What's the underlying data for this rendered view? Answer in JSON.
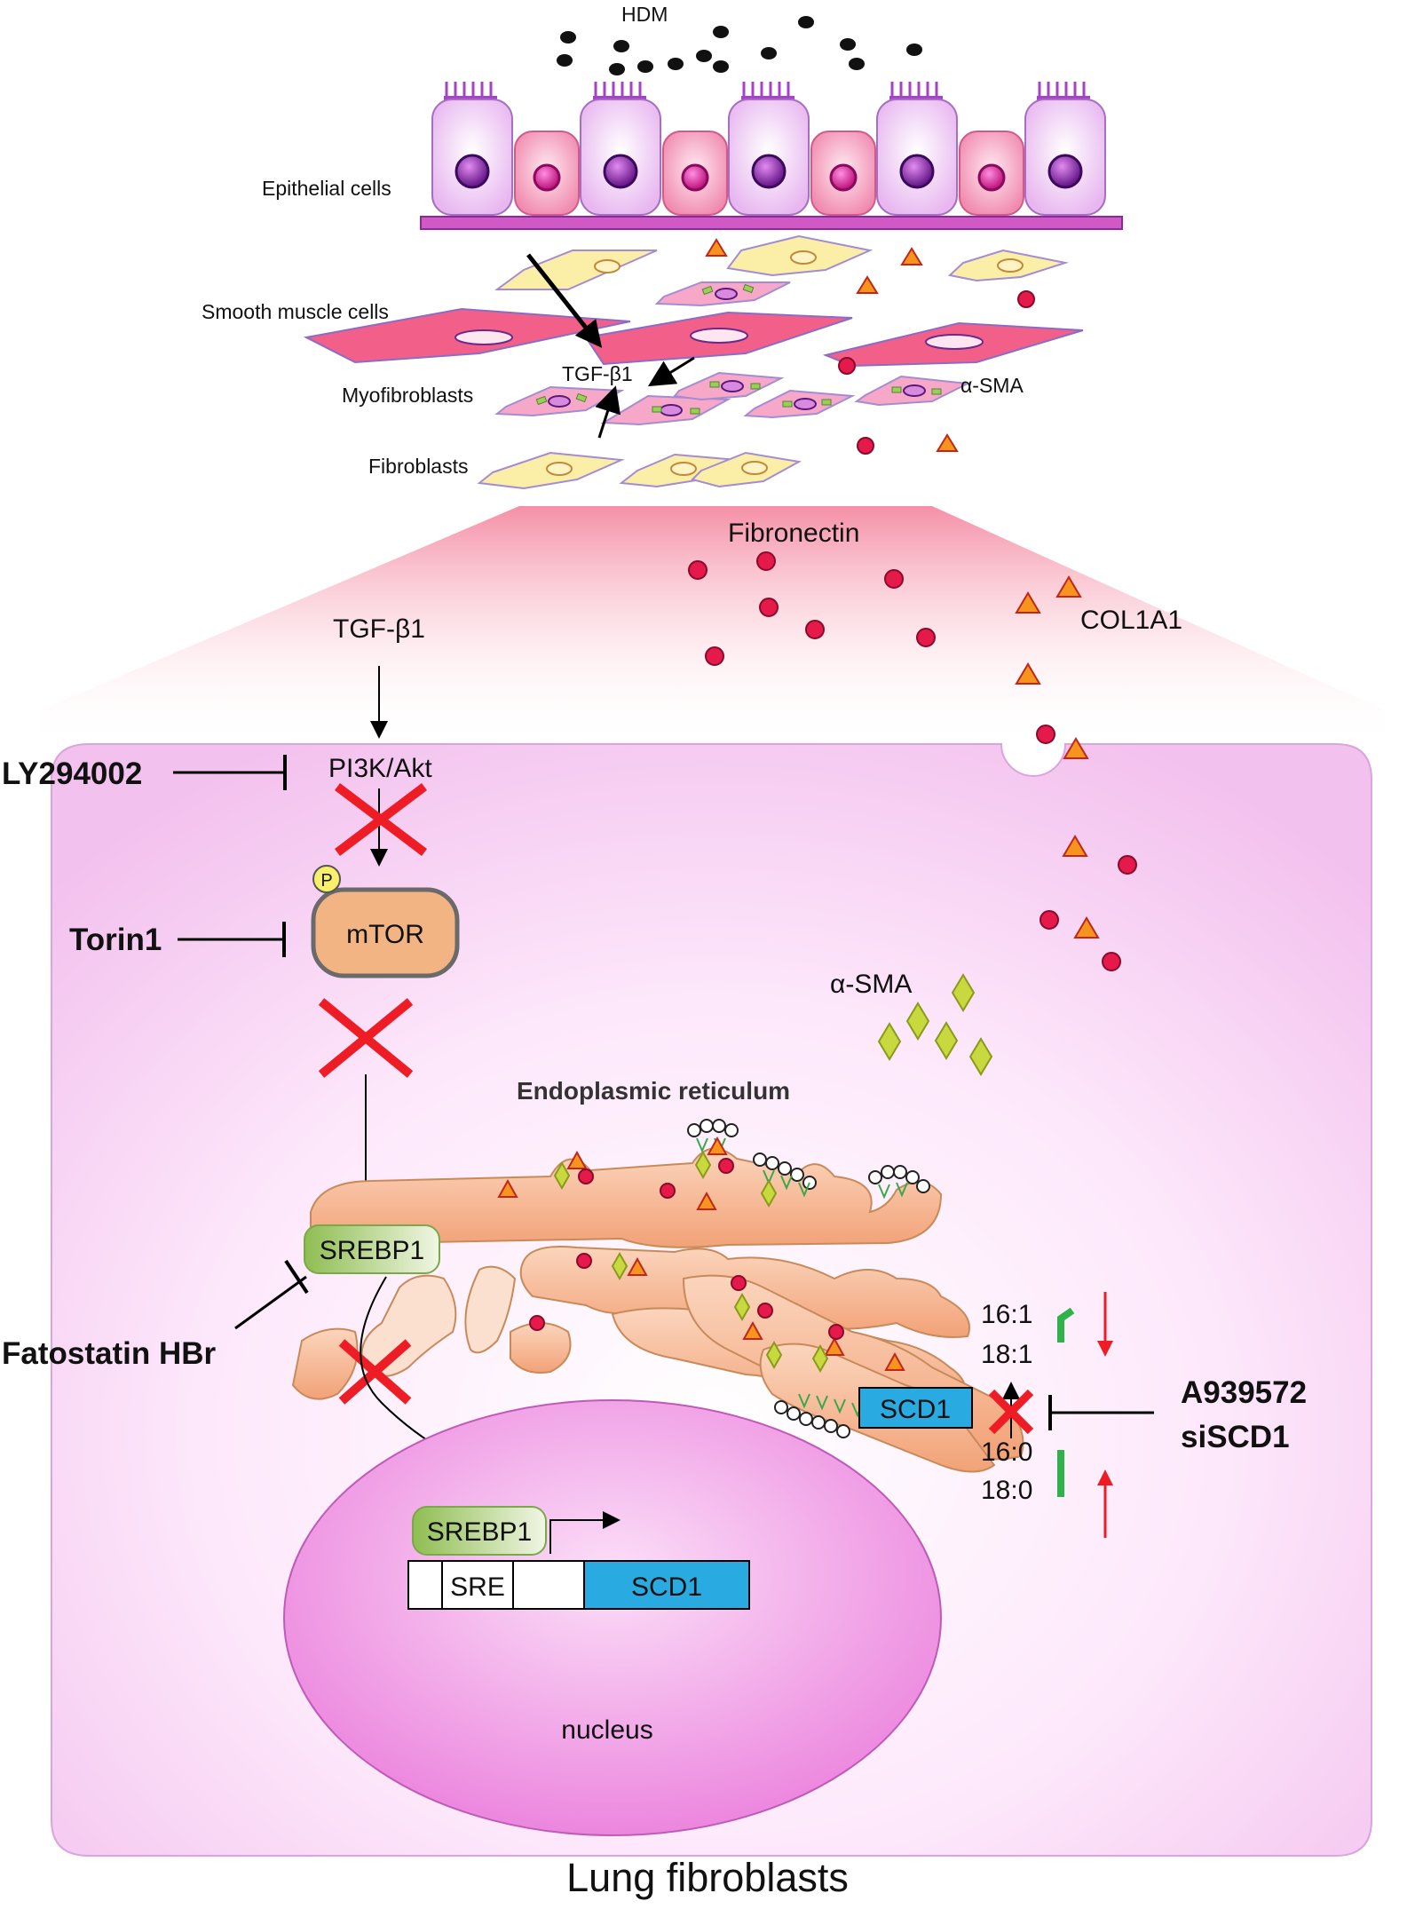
{
  "labels": {
    "hdm": "HDM",
    "epithelial_cells": "Epithelial cells",
    "smooth_muscle_cells": "Smooth muscle cells",
    "myofibroblasts": "Myofibroblasts",
    "fibroblasts": "Fibroblasts",
    "tgf_top": "TGF-β1",
    "asma_top": "α-SMA",
    "fibronectin": "Fibronectin",
    "col1a1": "COL1A1",
    "tgf_main": "TGF-β1",
    "pi3k_akt": "PI3K/Akt",
    "phospho": "P",
    "mtor": "mTOR",
    "asma_cell": "α-SMA",
    "er": "Endoplasmic reticulum",
    "srebp1_er": "SREBP1",
    "srebp1_nucleus": "SREBP1",
    "sre": "SRE",
    "scd1_gene": "SCD1",
    "scd1_protein": "SCD1",
    "fa_161": "16:1",
    "fa_181": "18:1",
    "fa_160": "16:0",
    "fa_180": "18:0",
    "nucleus": "nucleus",
    "footer": "Lung fibroblasts"
  },
  "inhibitors": {
    "ly": "LY294002",
    "torin": "Torin1",
    "fatostatin": "Fatostatin HBr",
    "a939572": "A939572",
    "siscd1": "siSCD1"
  },
  "colors": {
    "cell_fill": "#f6c8f0",
    "er_fill": "#f5b48a",
    "srebp1": "#9cc46a",
    "mtor": "#f2b483",
    "scd1": "#29aae1",
    "fibronectin": "#e6194b",
    "col1a1": "#f7941d",
    "asma": "#c7d93f",
    "inhibit_x": "#ee1c25",
    "green_mark": "#2db34a",
    "red_arrow": "#ee1c25"
  }
}
